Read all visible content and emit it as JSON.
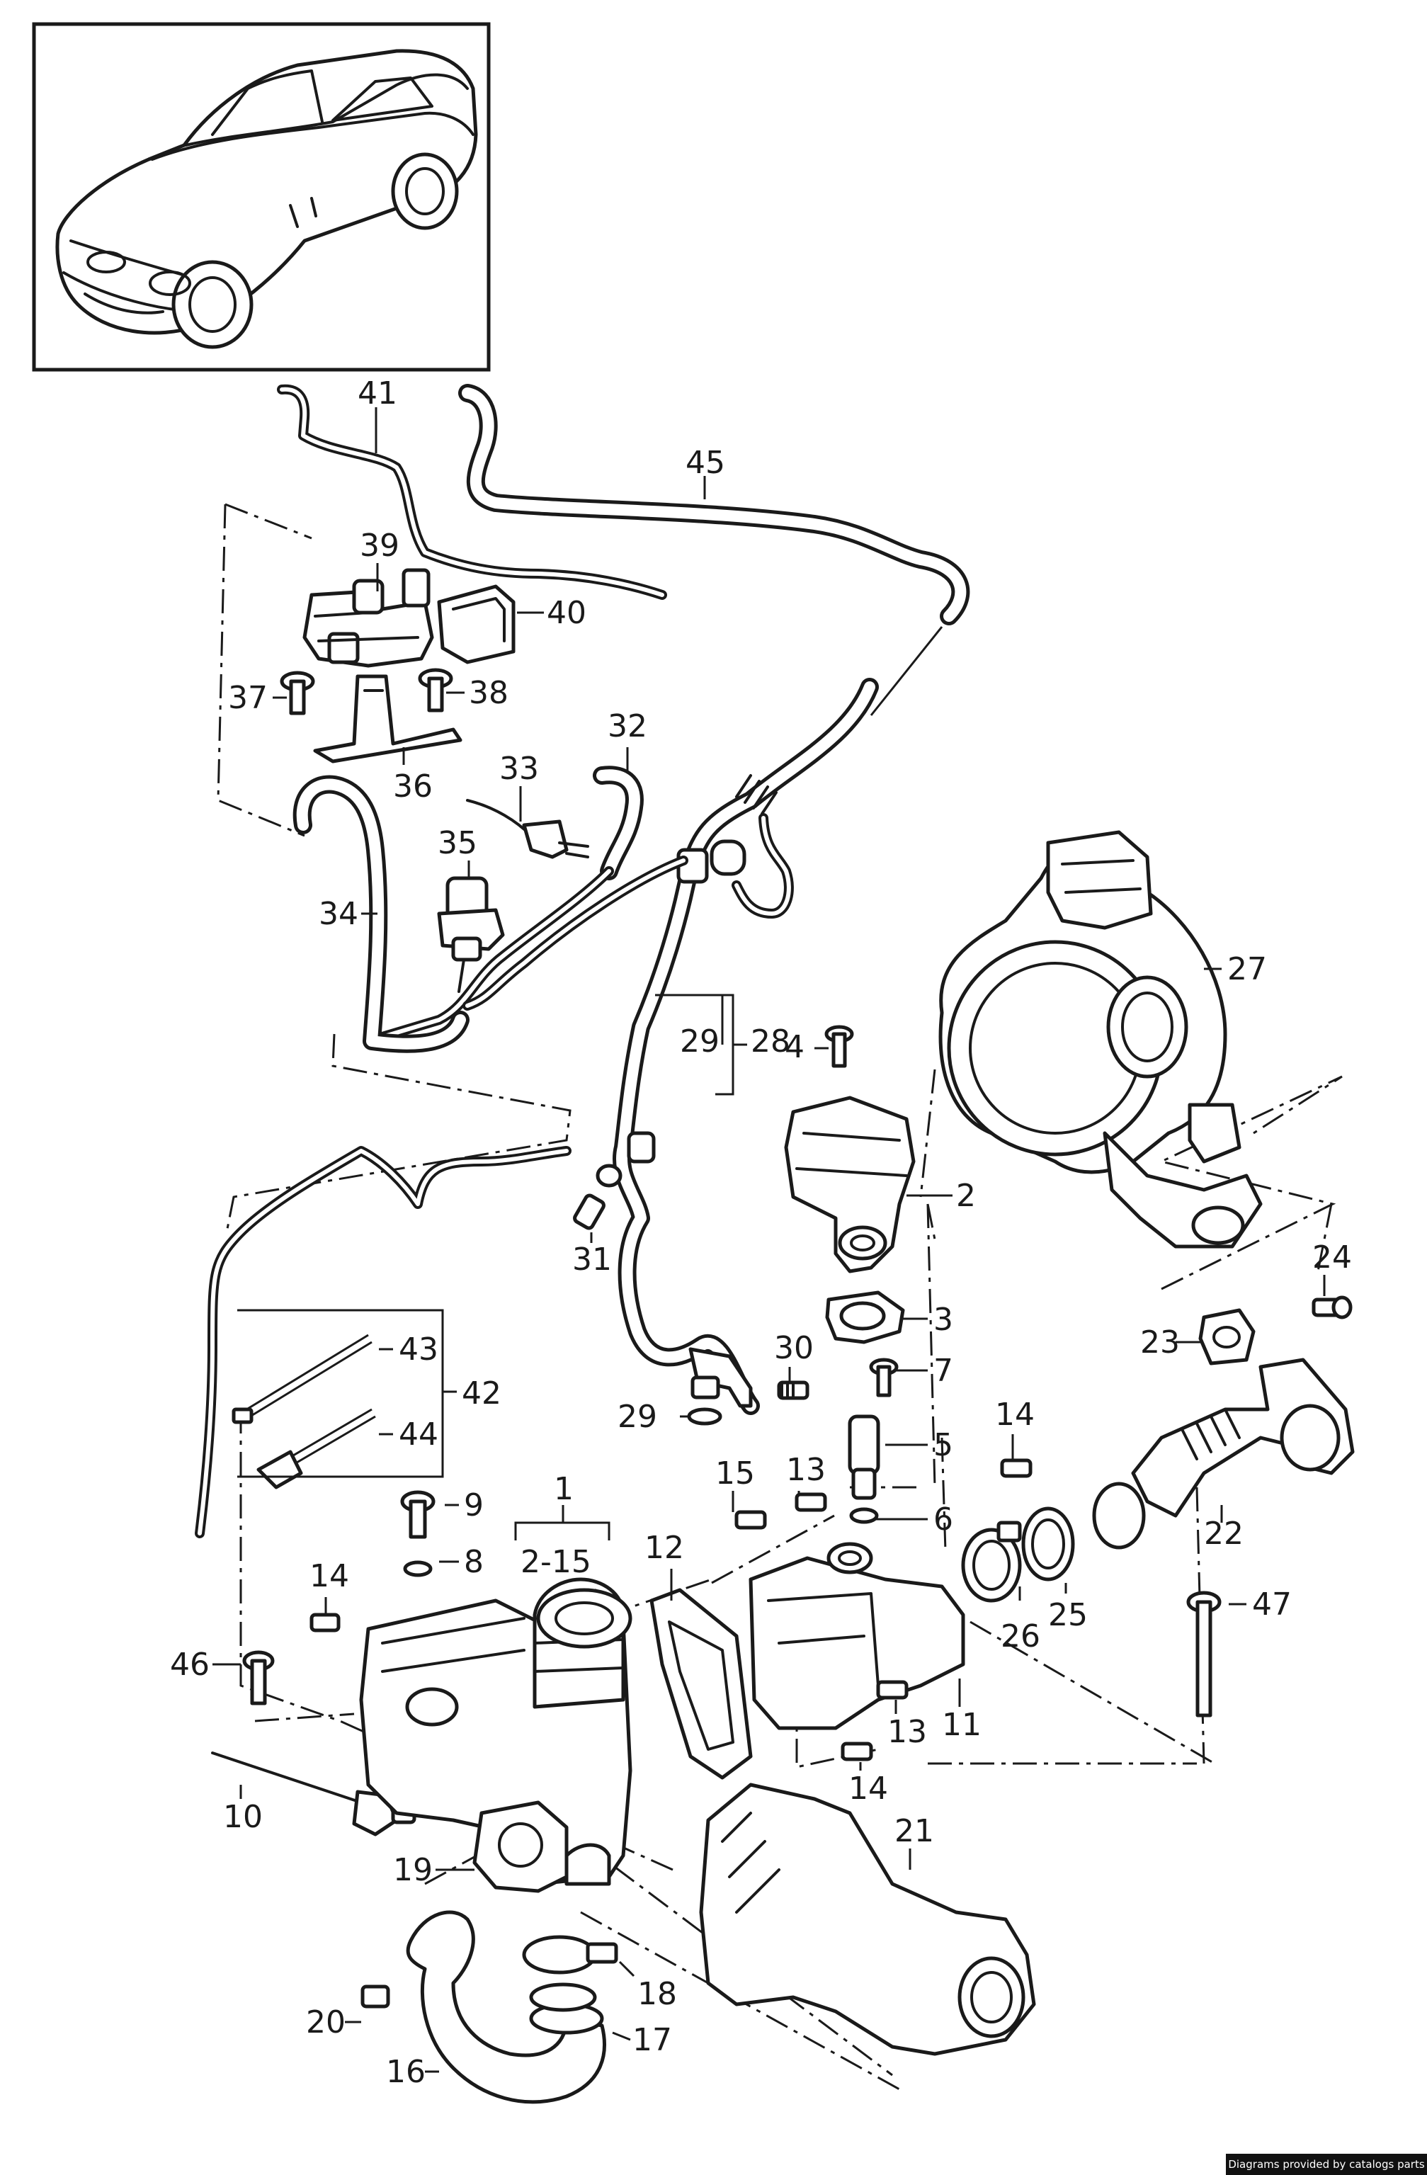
{
  "diagram": {
    "vehicle_thumbnail_icon": "porsche-panamera-sedan-line-drawing",
    "callouts": {
      "c1": "1",
      "c2_15": "2-15",
      "c2": "2",
      "c3": "3",
      "c4": "4",
      "c5": "5",
      "c6": "6",
      "c7": "7",
      "c8": "8",
      "c9": "9",
      "c10": "10",
      "c11": "11",
      "c12": "12",
      "c13a": "13",
      "c13b": "13",
      "c14a": "14",
      "c14b": "14",
      "c14c": "14",
      "c15": "15",
      "c16": "16",
      "c17": "17",
      "c18": "18",
      "c19": "19",
      "c20": "20",
      "c21": "21",
      "c22": "22",
      "c23": "23",
      "c24": "24",
      "c25": "25",
      "c26": "26",
      "c27": "27",
      "c28": "28",
      "c29a": "29",
      "c29b": "29",
      "c30": "30",
      "c31": "31",
      "c32": "32",
      "c33": "33",
      "c34": "34",
      "c35": "35",
      "c36": "36",
      "c37": "37",
      "c38": "38",
      "c39": "39",
      "c40": "40",
      "c41": "41",
      "c42": "42",
      "c43": "43",
      "c44": "44",
      "c45": "45",
      "c46": "46",
      "c47": "47"
    }
  },
  "footer": {
    "credit": "Diagrams provided by catalogs parts"
  }
}
